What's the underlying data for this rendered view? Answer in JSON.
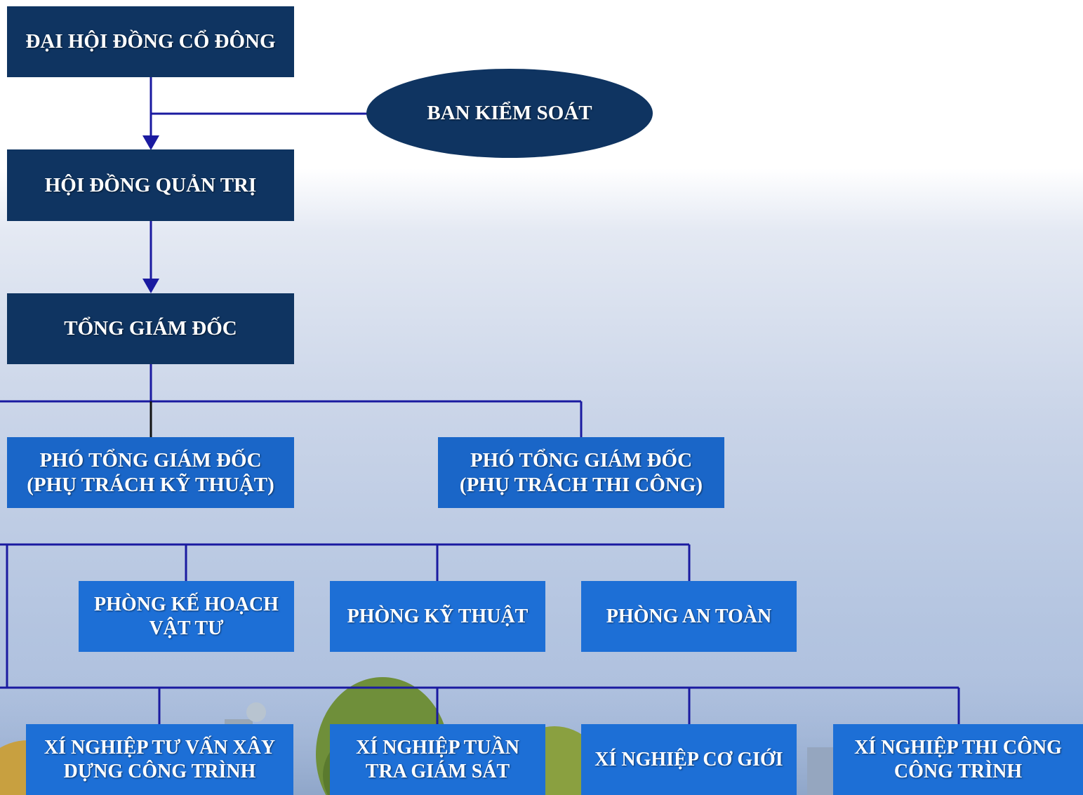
{
  "chart": {
    "shareholders": "ĐẠI HỘI ĐỒNG CỔ ĐÔNG",
    "supervisory": "BAN KIỂM SOÁT",
    "board": "HỘI ĐỒNG QUẢN TRỊ",
    "ceo": "TỔNG GIÁM ĐỐC",
    "deputy_tech": {
      "line1": "PHÓ TỔNG GIÁM ĐỐC",
      "line2": "(PHỤ TRÁCH KỸ THUẬT)"
    },
    "deputy_construction": {
      "line1": "PHÓ TỔNG GIÁM ĐỐC",
      "line2": "(PHỤ TRÁCH THI CÔNG)"
    },
    "departments": {
      "planning": {
        "line1": "PHÒNG KẾ HOẠCH",
        "line2": "VẬT TƯ"
      },
      "technical": "PHÒNG KỸ THUẬT",
      "safety": "PHÒNG AN TOÀN"
    },
    "enterprises": {
      "consulting": {
        "line1": "XÍ NGHIỆP TƯ VẤN XÂY",
        "line2": "DỰNG CÔNG TRÌNH"
      },
      "inspection": {
        "line1": "XÍ NGHIỆP TUẦN",
        "line2": "TRA GIÁM SÁT"
      },
      "mechanical": "XÍ NGHIỆP CƠ GIỚI",
      "construction": {
        "line1": "XÍ NGHIỆP THI CÔNG",
        "line2": "CÔNG TRÌNH"
      }
    }
  },
  "colors": {
    "dark_box": "#0f3461",
    "blue_box": "#1a66c8",
    "connector": "#1a1aa0"
  }
}
